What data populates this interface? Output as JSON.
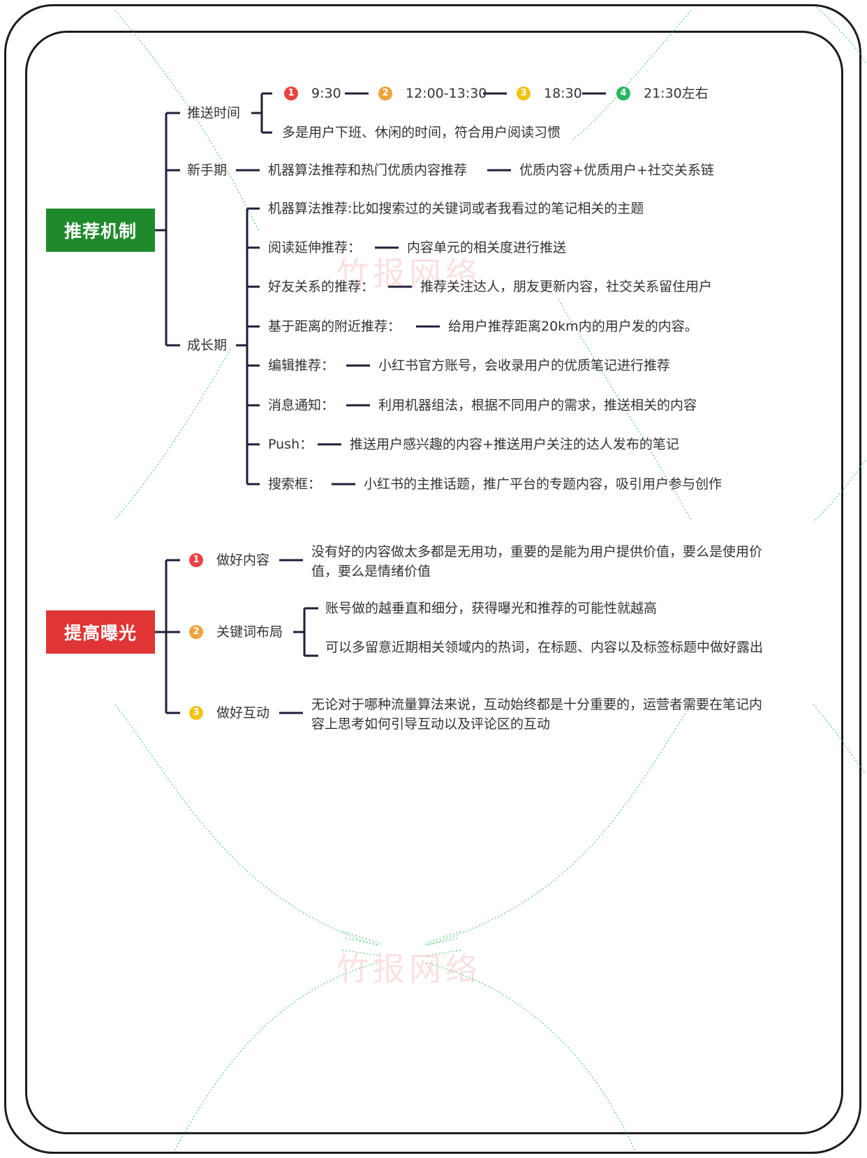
{
  "colors": {
    "green_root": "#1f8a2c",
    "red_root": "#df3535",
    "line": "#1c1f3a",
    "deco": "#37c46a"
  },
  "mindmap": {
    "recommend": {
      "root": "推荐机制",
      "push_time": {
        "label": "推送时间",
        "slots": [
          {
            "badge": "1",
            "time": "9:30"
          },
          {
            "badge": "2",
            "time": "12:00-13:30"
          },
          {
            "badge": "3",
            "time": "18:30"
          },
          {
            "badge": "4",
            "time": "21:30左右"
          }
        ],
        "note": "多是用户下班、休闲的时间，符合用户阅读习惯"
      },
      "novice": {
        "label": "新手期",
        "step1": "机器算法推荐和热门优质内容推荐",
        "step2": "优质内容+优质用户+社交关系链"
      },
      "growth": {
        "label": "成长期",
        "items": [
          {
            "label": "机器算法推荐:比如搜索过的关键词或者我看过的笔记相关的主题",
            "desc": ""
          },
          {
            "label": "阅读延伸推荐：",
            "desc": "内容单元的相关度进行推送"
          },
          {
            "label": "好友关系的推荐：",
            "desc": "推荐关注达人，朋友更新内容，社交关系留住用户"
          },
          {
            "label": "基于距离的附近推荐：",
            "desc": "给用户推荐距离20km内的用户发的内容。"
          },
          {
            "label": "编辑推荐：",
            "desc": "小红书官方账号，会收录用户的优质笔记进行推荐"
          },
          {
            "label": "消息通知：",
            "desc": "利用机器组法，根据不同用户的需求，推送相关的内容"
          },
          {
            "label": "Push：",
            "desc": "推送用户感兴趣的内容+推送用户关注的达人发布的笔记"
          },
          {
            "label": "搜索框：",
            "desc": "小红书的主推话题，推广平台的专题内容，吸引用户参与创作"
          }
        ]
      }
    },
    "exposure": {
      "root": "提高曝光",
      "items": [
        {
          "badge": "1",
          "label": "做好内容",
          "desc": [
            "没有好的内容做太多都是无用功，重要的是能为用户提供价值，要么是使用价值，要么是情绪价值"
          ]
        },
        {
          "badge": "2",
          "label": "关键词布局",
          "desc": [
            "账号做的越垂直和细分，获得曝光和推荐的可能性就越高",
            "可以多留意近期相关领域内的热词，在标题、内容以及标签标题中做好露出"
          ]
        },
        {
          "badge": "3",
          "label": "做好互动",
          "desc": [
            "无论对于哪种流量算法来说，互动始终都是十分重要的，运营者需要在笔记内容上思考如何引导互动以及评论区的互动"
          ]
        }
      ]
    }
  },
  "watermark": "竹报网络"
}
